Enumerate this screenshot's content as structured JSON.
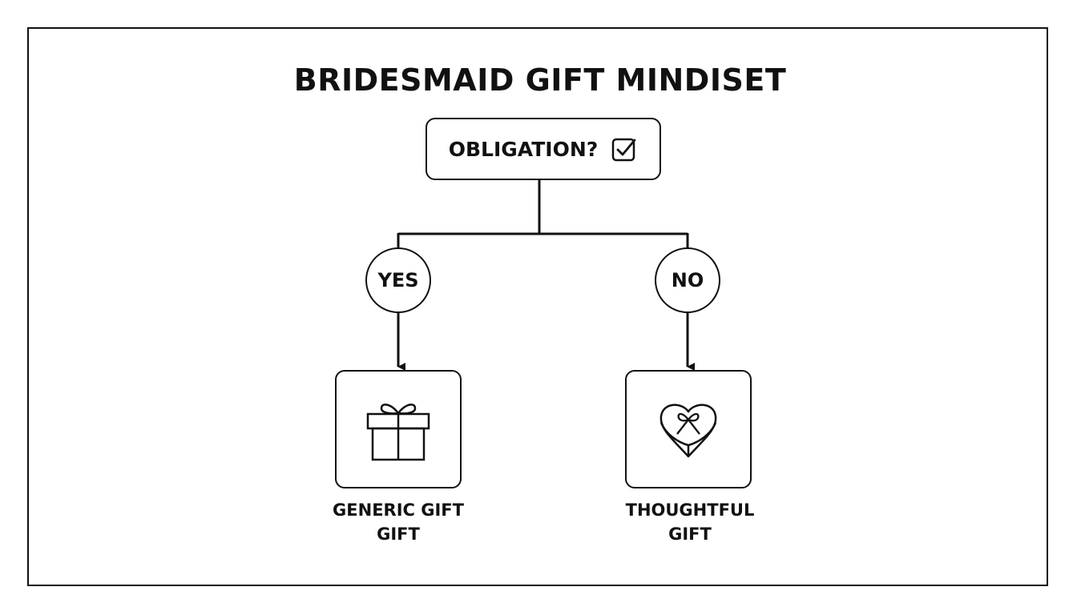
{
  "title": "BRIDESMAID GIFT MINDISET",
  "question": {
    "label": "OBLIGATION?",
    "icon": "checkbox-checked-icon"
  },
  "branches": {
    "yes": {
      "label": "YES",
      "result_icon": "gift-box-icon",
      "result_line1": "GENERIC GIFT",
      "result_line2": "GIFT"
    },
    "no": {
      "label": "NO",
      "result_icon": "heart-gift-box-icon",
      "result_line1": "THOUGHTFUL",
      "result_line2": "GIFT"
    }
  },
  "colors": {
    "stroke": "#111111",
    "background": "#ffffff"
  }
}
